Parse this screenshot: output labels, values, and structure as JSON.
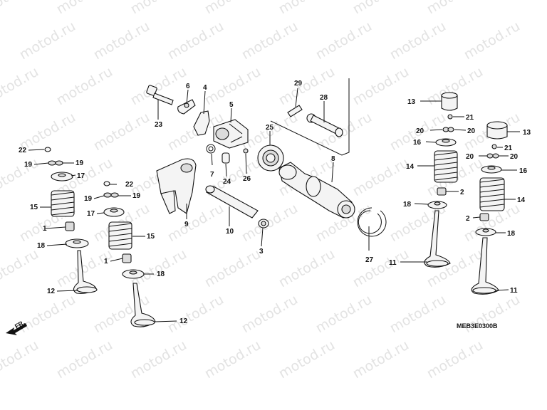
{
  "watermark": {
    "text": "motod.ru"
  },
  "diagram_code": "MEB3E0300B",
  "front_marker": "FR.",
  "callouts": [
    {
      "id": "c23",
      "text": "23"
    },
    {
      "id": "c6",
      "text": "6"
    },
    {
      "id": "c4",
      "text": "4"
    },
    {
      "id": "c5",
      "text": "5"
    },
    {
      "id": "c7",
      "text": "7"
    },
    {
      "id": "c24",
      "text": "24"
    },
    {
      "id": "c26",
      "text": "26"
    },
    {
      "id": "c25",
      "text": "25"
    },
    {
      "id": "c29",
      "text": "29"
    },
    {
      "id": "c28",
      "text": "28"
    },
    {
      "id": "c8",
      "text": "8"
    },
    {
      "id": "c9",
      "text": "9"
    },
    {
      "id": "c10",
      "text": "10"
    },
    {
      "id": "c3",
      "text": "3"
    },
    {
      "id": "c27",
      "text": "27"
    },
    {
      "id": "c22a",
      "text": "22"
    },
    {
      "id": "c19a",
      "text": "19"
    },
    {
      "id": "c19b",
      "text": "19"
    },
    {
      "id": "c17a",
      "text": "17"
    },
    {
      "id": "c15a",
      "text": "15"
    },
    {
      "id": "c1a",
      "text": "1"
    },
    {
      "id": "c18a",
      "text": "18"
    },
    {
      "id": "c12a",
      "text": "12"
    },
    {
      "id": "c22b",
      "text": "22"
    },
    {
      "id": "c19c",
      "text": "19"
    },
    {
      "id": "c19d",
      "text": "19"
    },
    {
      "id": "c17b",
      "text": "17"
    },
    {
      "id": "c15b",
      "text": "15"
    },
    {
      "id": "c1b",
      "text": "1"
    },
    {
      "id": "c18b",
      "text": "18"
    },
    {
      "id": "c12b",
      "text": "12"
    },
    {
      "id": "c13a",
      "text": "13"
    },
    {
      "id": "c21a",
      "text": "21"
    },
    {
      "id": "c20a",
      "text": "20"
    },
    {
      "id": "c20b",
      "text": "20"
    },
    {
      "id": "c16a",
      "text": "16"
    },
    {
      "id": "c14a",
      "text": "14"
    },
    {
      "id": "c2a",
      "text": "2"
    },
    {
      "id": "c18c",
      "text": "18"
    },
    {
      "id": "c11a",
      "text": "11"
    },
    {
      "id": "c13b",
      "text": "13"
    },
    {
      "id": "c21b",
      "text": "21"
    },
    {
      "id": "c20c",
      "text": "20"
    },
    {
      "id": "c20d",
      "text": "20"
    },
    {
      "id": "c16b",
      "text": "16"
    },
    {
      "id": "c14b",
      "text": "14"
    },
    {
      "id": "c2b",
      "text": "2"
    },
    {
      "id": "c18d",
      "text": "18"
    },
    {
      "id": "c11b",
      "text": "11"
    }
  ]
}
